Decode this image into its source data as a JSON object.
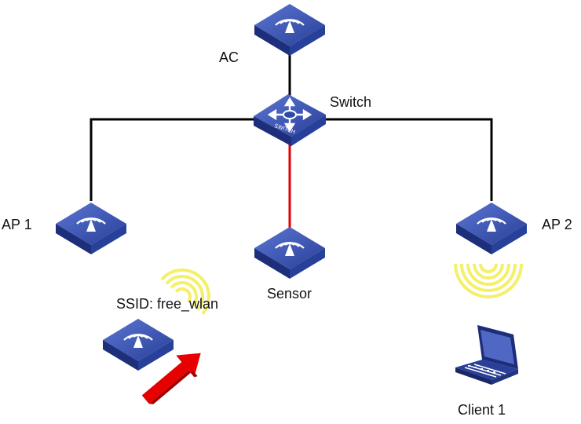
{
  "nodes": {
    "ac": {
      "label": "AC"
    },
    "switch": {
      "label": "Switch",
      "face_text": "SWITCH"
    },
    "ap1": {
      "label": "AP 1"
    },
    "ap2": {
      "label": "AP 2"
    },
    "sensor": {
      "label": "Sensor"
    },
    "rogue_ap": {
      "label": "SSID: free_wlan"
    },
    "client1": {
      "label": "Client 1"
    }
  },
  "colors": {
    "device_top": "#2f4aa6",
    "device_top_light": "#4d69c9",
    "device_side": "#1d2f7a",
    "link": "#000000",
    "sensor_link": "#e00000",
    "wifi_waves": "#f5f06a",
    "attack_arrow": "#e60000"
  },
  "icons": {
    "device": "wireless-ap-icon",
    "switch": "switch-icon",
    "client": "laptop-icon",
    "signal": "wifi-signal-icon",
    "attack": "attack-arrow-icon"
  }
}
